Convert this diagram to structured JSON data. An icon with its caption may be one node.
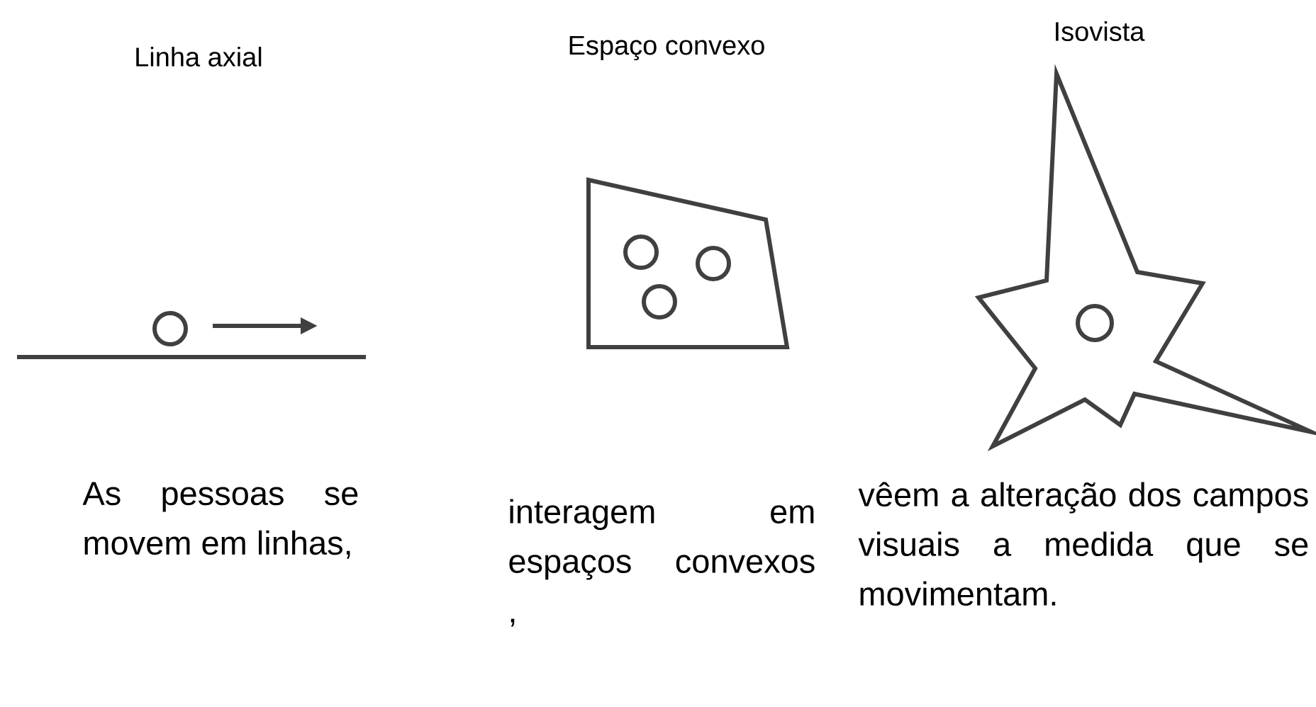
{
  "diagram": {
    "labels": [
      "Linha axial",
      "Espaço convexo",
      "Isovista",
      "As pessoas se movem em linhas,",
      "interagem em espaços convexos ,",
      "vêem a alteração dos campos visuais a medida que se movimentam."
    ]
  }
}
